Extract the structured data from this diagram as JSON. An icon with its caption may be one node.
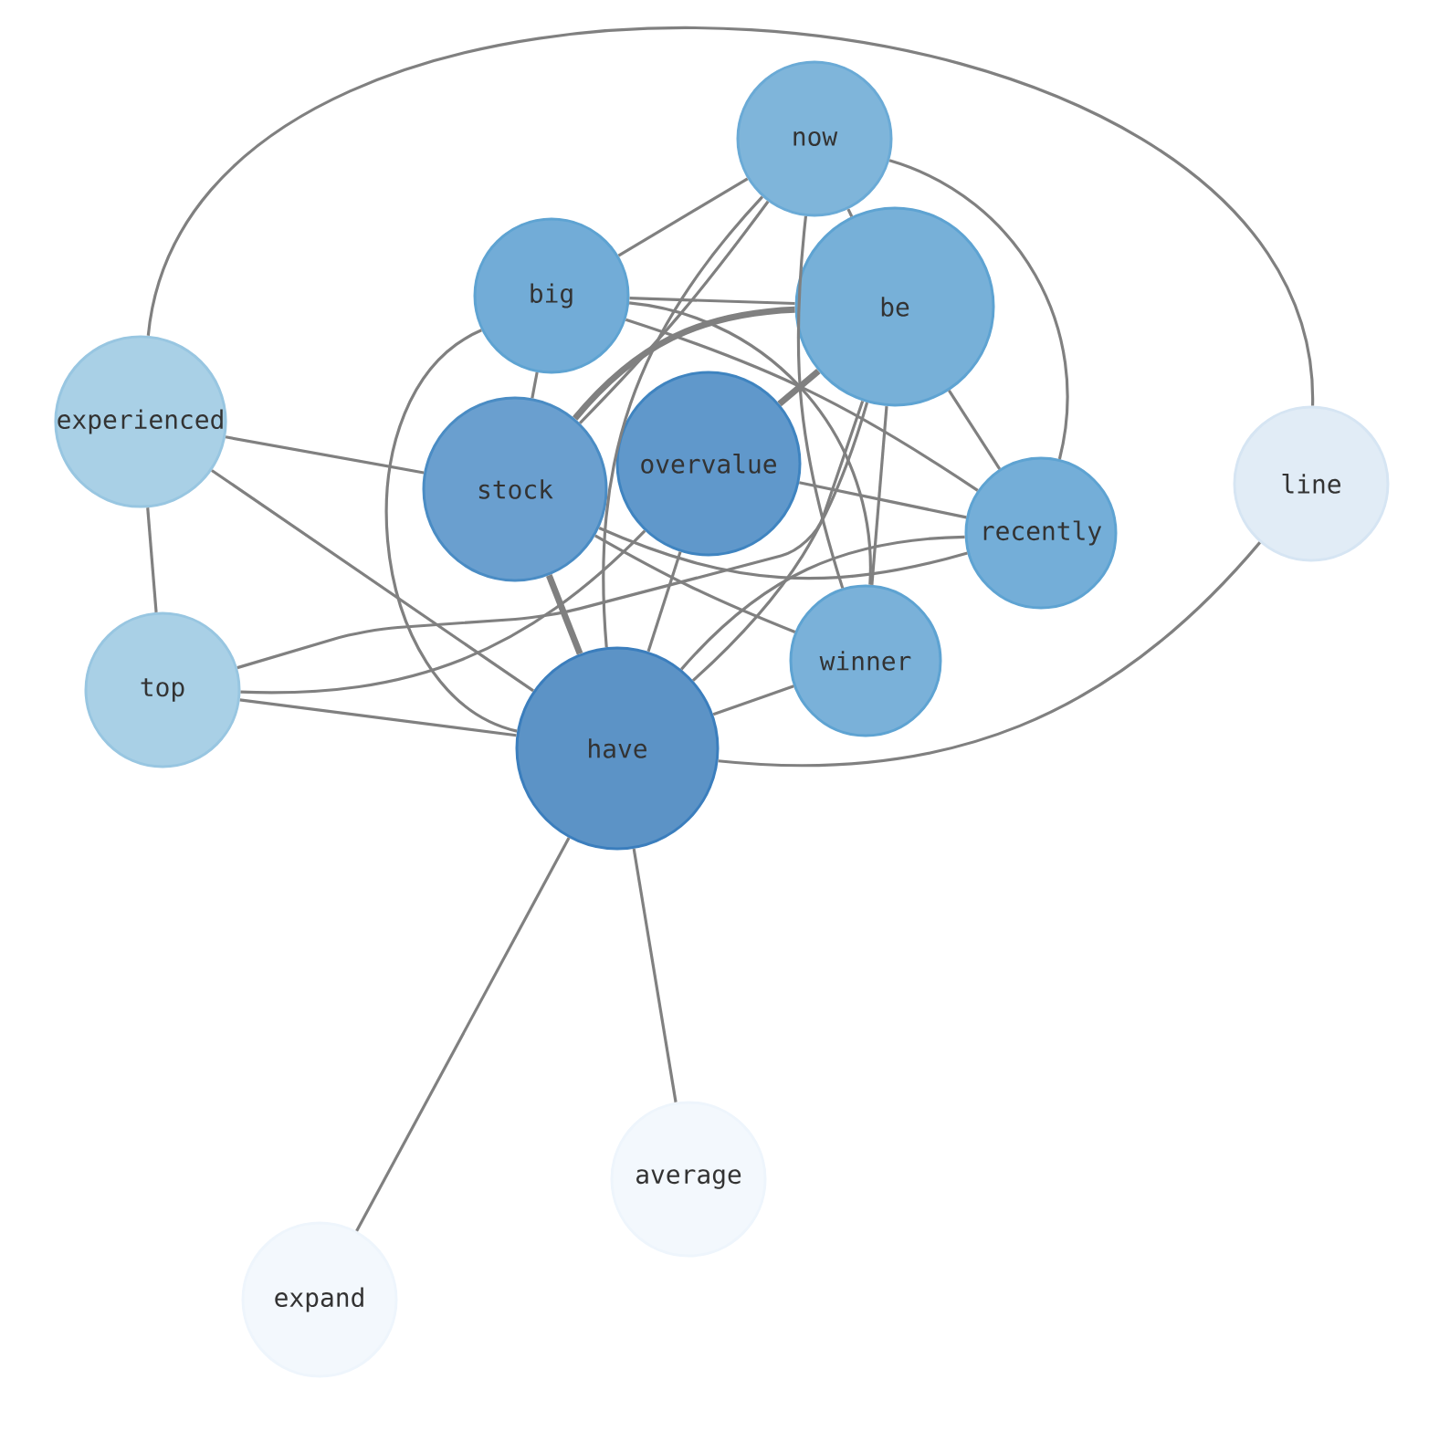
{
  "diagram": {
    "nodes": [
      {
        "text": [
          "now"
        ]
      },
      {
        "text": [
          "big"
        ]
      },
      {
        "text": [
          "be"
        ]
      },
      {
        "text": [
          "experienced"
        ]
      },
      {
        "text": [
          "overvalue"
        ]
      },
      {
        "text": [
          "stock"
        ]
      },
      {
        "text": [
          "line"
        ]
      },
      {
        "text": [
          "recently"
        ]
      },
      {
        "text": [
          "winner"
        ]
      },
      {
        "text": [
          "top"
        ]
      },
      {
        "text": [
          "have"
        ]
      },
      {
        "text": [
          "average"
        ]
      },
      {
        "text": [
          "expand"
        ]
      }
    ],
    "edges": [
      {
        "from": 0,
        "to": 1,
        "arrow": "none"
      },
      {
        "from": 0,
        "to": 5,
        "arrow": "none"
      },
      {
        "from": 0,
        "to": 10,
        "arrow": "none"
      },
      {
        "from": 0,
        "to": 2,
        "arrow": "none"
      },
      {
        "from": 0,
        "to": 8,
        "arrow": "none"
      },
      {
        "from": 0,
        "to": 7,
        "arrow": "none"
      },
      {
        "from": 1,
        "to": 2,
        "arrow": "none"
      },
      {
        "from": 1,
        "to": 5,
        "arrow": "none"
      },
      {
        "from": 1,
        "to": 10,
        "arrow": "none"
      },
      {
        "from": 1,
        "to": 8,
        "arrow": "none"
      },
      {
        "from": 1,
        "to": 7,
        "arrow": "none"
      },
      {
        "from": 2,
        "to": 4,
        "arrow": "none",
        "style": "thick"
      },
      {
        "from": 2,
        "to": 5,
        "arrow": "none",
        "style": "thick"
      },
      {
        "from": 2,
        "to": 10,
        "arrow": "none"
      },
      {
        "from": 2,
        "to": 8,
        "arrow": "none"
      },
      {
        "from": 2,
        "to": 7,
        "arrow": "none"
      },
      {
        "from": 2,
        "to": 9,
        "arrow": "none"
      },
      {
        "from": 3,
        "to": 6,
        "arrow": "none"
      },
      {
        "from": 3,
        "to": 5,
        "arrow": "none"
      },
      {
        "from": 3,
        "to": 10,
        "arrow": "none"
      },
      {
        "from": 3,
        "to": 9,
        "arrow": "none"
      },
      {
        "from": 4,
        "to": 10,
        "arrow": "none"
      },
      {
        "from": 4,
        "to": 7,
        "arrow": "none"
      },
      {
        "from": 4,
        "to": 9,
        "arrow": "none"
      },
      {
        "from": 5,
        "to": 10,
        "arrow": "none",
        "style": "thick"
      },
      {
        "from": 5,
        "to": 7,
        "arrow": "none"
      },
      {
        "from": 5,
        "to": 8,
        "arrow": "none"
      },
      {
        "from": 9,
        "to": 10,
        "arrow": "none"
      },
      {
        "from": 10,
        "to": 8,
        "arrow": "none"
      },
      {
        "from": 10,
        "to": 7,
        "arrow": "none"
      },
      {
        "from": 10,
        "to": 6,
        "arrow": "none"
      },
      {
        "from": 10,
        "to": 11,
        "arrow": "none"
      },
      {
        "from": 10,
        "to": 12,
        "arrow": "none"
      }
    ]
  }
}
